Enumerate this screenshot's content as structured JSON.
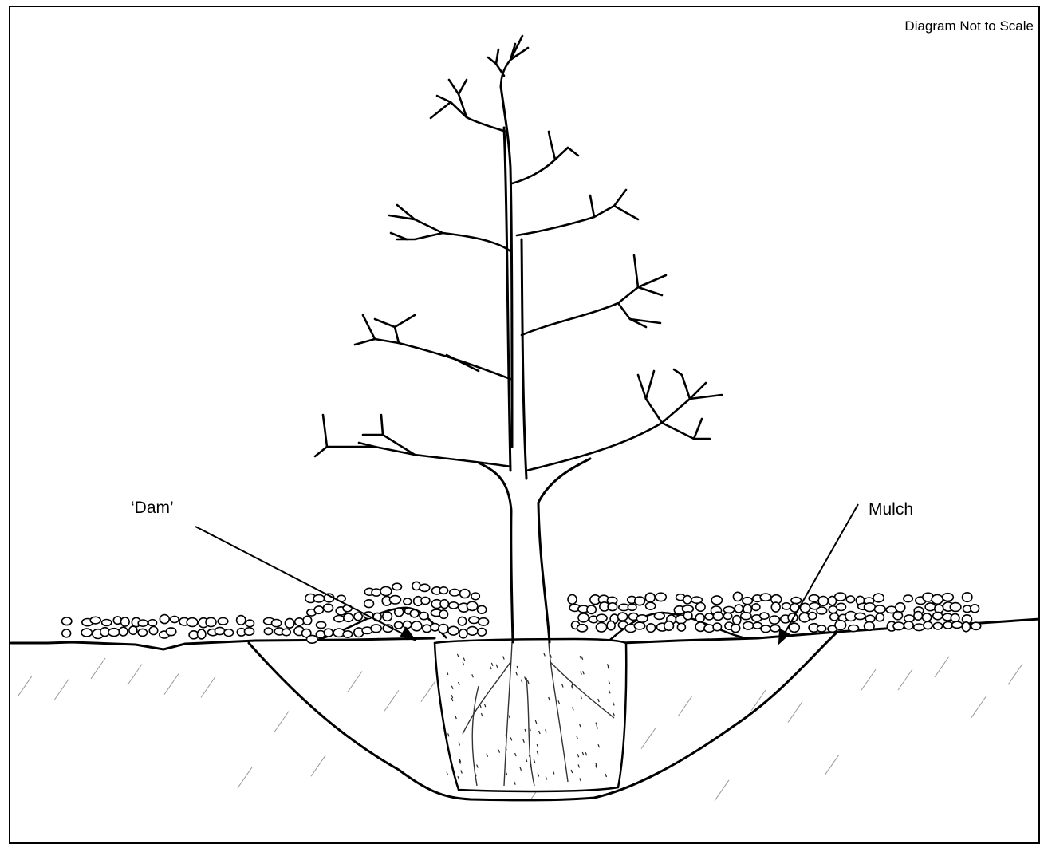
{
  "diagram": {
    "note": "Diagram Not to Scale",
    "labels": {
      "dam": "‘Dam’",
      "mulch": "Mulch"
    },
    "ink_color": "#000000",
    "hatch_color": "#999999"
  }
}
